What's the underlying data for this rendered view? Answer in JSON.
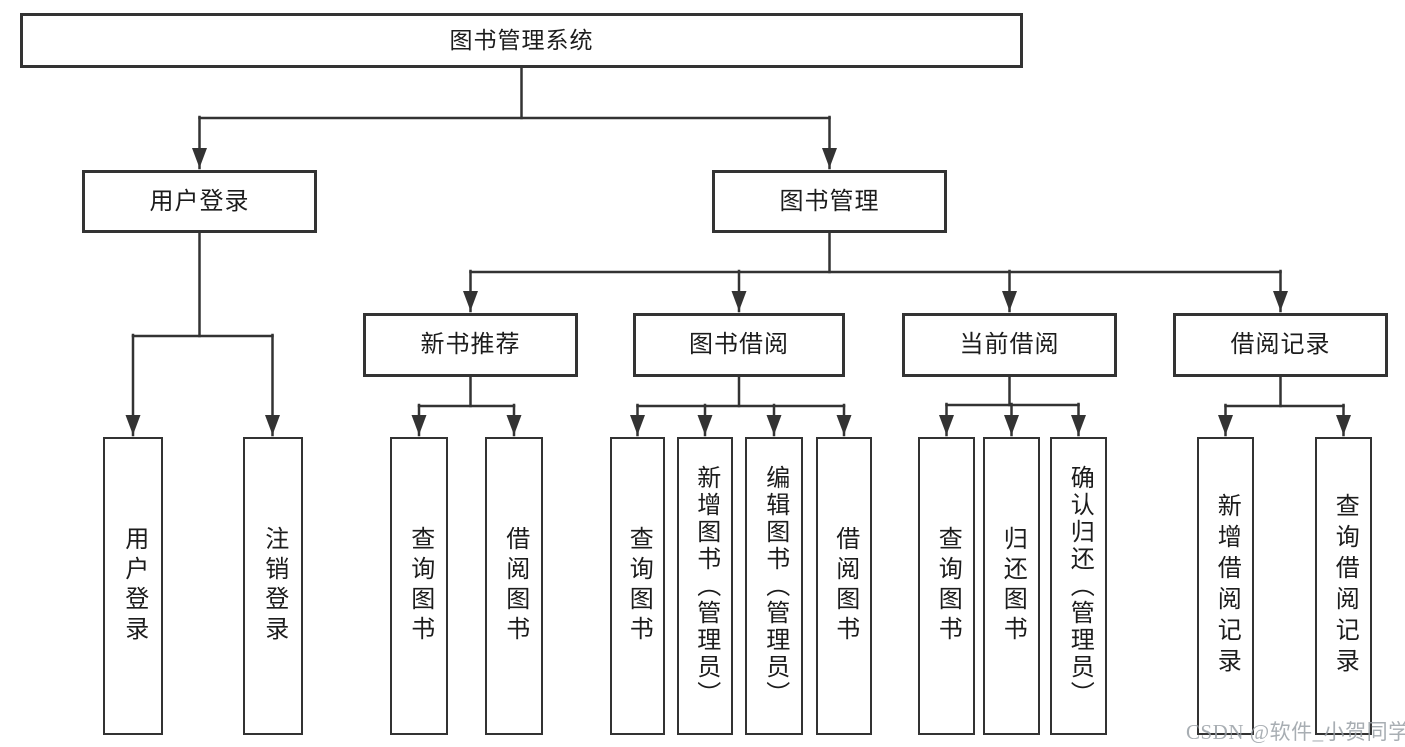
{
  "nodes": {
    "root": "图书管理系统",
    "user_login": "用户登录",
    "book_management": "图书管理",
    "new_book_recommend": "新书推荐",
    "book_borrow": "图书借阅",
    "current_borrow": "当前借阅",
    "borrow_record": "借阅记录",
    "user_login_children": [
      "用户登录",
      "注销登录"
    ],
    "new_book_children": [
      "查询图书",
      "借阅图书"
    ],
    "book_borrow_children": [
      "查询图书",
      "新增图书（管理员）",
      "编辑图书（管理员）",
      "借阅图书"
    ],
    "current_borrow_children": [
      "查询图书",
      "归还图书",
      "确认归还（管理员）"
    ],
    "borrow_record_children": [
      "新增借阅记录",
      "查询借阅记录"
    ]
  },
  "watermark": "CSDN @软件_小贺同学",
  "colors": {
    "line": "#333333",
    "text": "#1c1c1c",
    "watermark": "#9aa0a6",
    "background": "#ffffff"
  }
}
